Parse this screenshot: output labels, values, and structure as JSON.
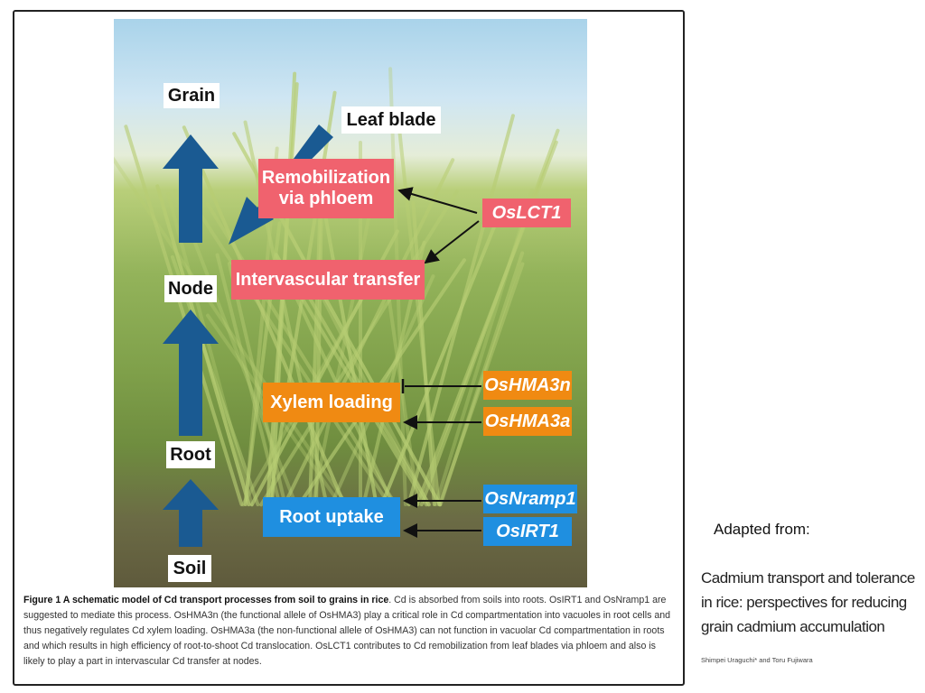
{
  "figure": {
    "labels": {
      "grain": "Grain",
      "leaf_blade": "Leaf blade",
      "node": "Node",
      "root": "Root",
      "soil": "Soil"
    },
    "processes": {
      "remobilization": "Remobilization via phloem",
      "intervascular": "Intervascular transfer",
      "xylem_loading": "Xylem loading",
      "root_uptake": "Root uptake"
    },
    "genes": {
      "oslct1": "OsLCT1",
      "oshma3n": "OsHMA3n",
      "oshma3a": "OsHMA3a",
      "osnramp1": "OsNramp1",
      "osirt1": "OsIRT1"
    },
    "colors": {
      "arrow_blue": "#1a5a92",
      "red_box": "#f0626e",
      "orange_box": "#f08a12",
      "blue_box": "#1f8fe0"
    },
    "caption_title": "Figure 1 A schematic model of Cd transport processes from soil to grains in rice",
    "caption_body": ". Cd is absorbed from soils into roots. OsIRT1 and OsNramp1 are suggested to mediate this process. OsHMA3n (the functional allele of OsHMA3) play a critical role in Cd compartmentation into vacuoles in root cells and thus negatively regulates Cd xylem loading. OsHMA3a (the non-functional allele of OsHMA3) can not function in vacuolar Cd compartmentation in roots and which results in high efficiency of root-to-shoot Cd translocation. OsLCT1 contributes to Cd remobilization from leaf blades via phloem and also is likely to play a part in intervascular Cd transfer at nodes."
  },
  "credit": {
    "adapted_from": "Adapted from:",
    "paper_title": "Cadmium transport and tolerance in rice: perspectives for reducing grain cadmium accumulation",
    "authors": "Shimpei Uraguchi* and Toru Fujiwara"
  }
}
